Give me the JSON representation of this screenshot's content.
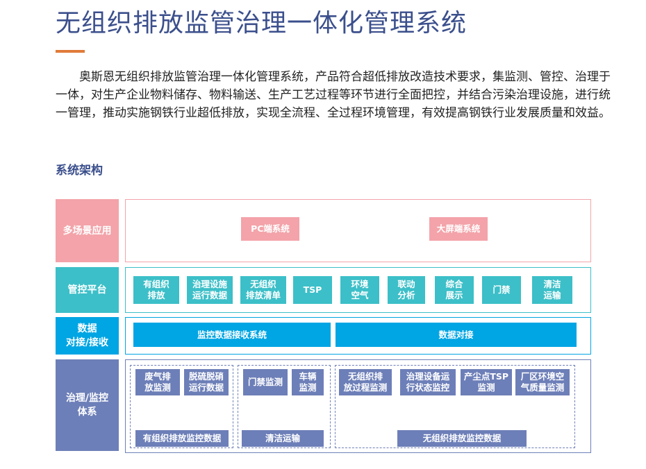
{
  "title": "无组织排放监管治理一体化管理系统",
  "intro": "　　奥斯恩无组织排放监管治理一体化管理系统，产品符合超低排放改造技术要求，集监测、管控、治理于一体，对生产企业物料储存、物料输送、生产工艺过程等环节进行全面把控，并结合污染治理设施，进行统一管理，推动实施钢铁行业超低排放，实现全流程、全过程环境管理，有效提高钢铁行业发展质量和效益。",
  "section_title": "系统架构",
  "colors": {
    "pink": "#f3a3a9",
    "teal": "#3cbfc8",
    "blue": "#00a5e3",
    "slate": "#6d7fb8"
  },
  "rows": {
    "scenes": {
      "label": "多场景应用",
      "items": [
        "PC端系统",
        "大屏端系统"
      ]
    },
    "platform": {
      "label": "管控平台",
      "items": [
        "有组织\n排放",
        "治理设施\n运行数据",
        "无组织\n排放清单",
        "TSP",
        "环境\n空气",
        "联动\n分析",
        "综合\n展示",
        "门禁",
        "清洁\n运输"
      ]
    },
    "data": {
      "label": "数据\n对接/接收",
      "items": [
        "监控数据接收系统",
        "数据对接"
      ]
    },
    "governance": {
      "label": "治理/监控\n体系",
      "group1": {
        "items": [
          "废气排\n放监测",
          "脱硫脱硝\n运行数据"
        ],
        "footer": "有组织排放监控数据"
      },
      "group2": {
        "items": [
          "门禁监测",
          "车辆\n监测"
        ],
        "footer": "清洁运输"
      },
      "group3": {
        "items": [
          "无组织排\n放过程监测",
          "治理设备运\n行状态监控",
          "产尘点TSP\n监测",
          "厂区环境空\n气质量监测"
        ],
        "footer": "无组织排放监控数据"
      }
    }
  }
}
